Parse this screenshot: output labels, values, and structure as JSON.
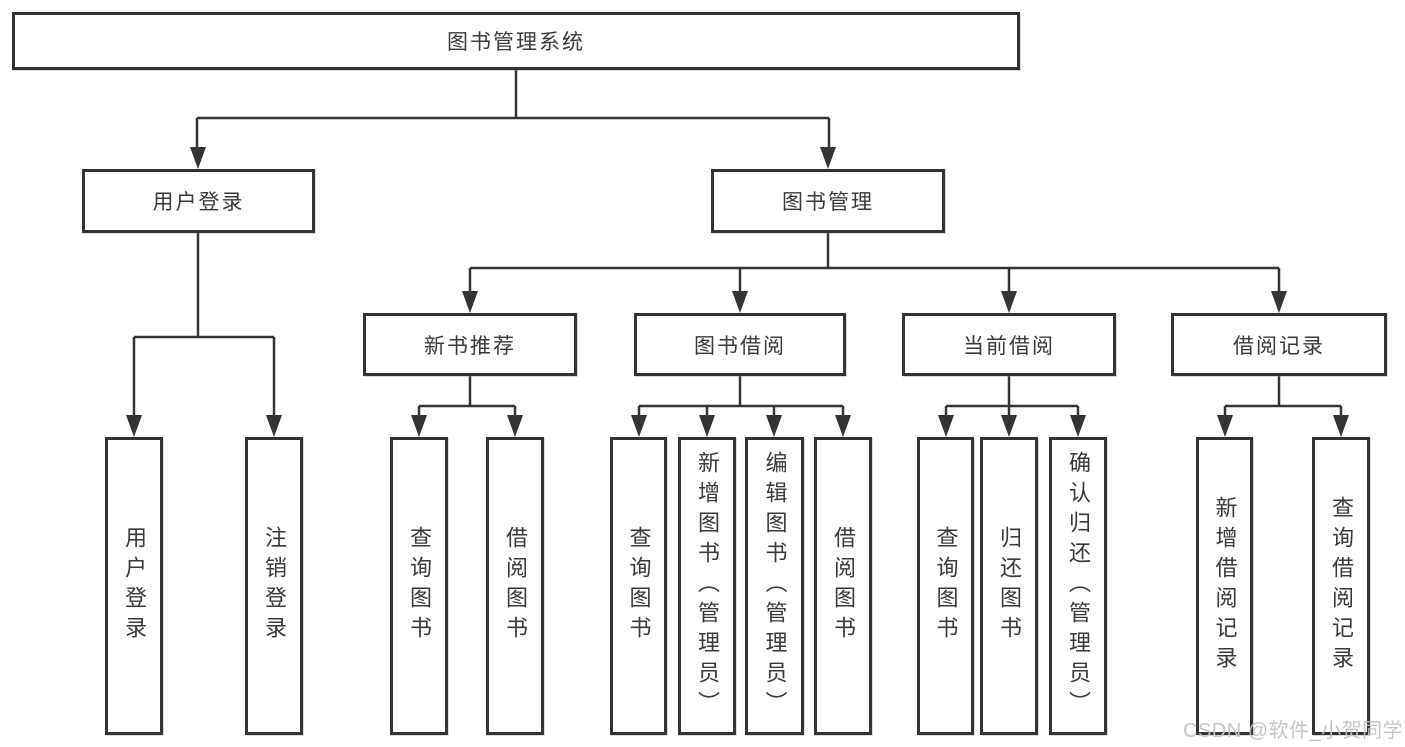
{
  "diagram_type": "hierarchy-flowchart",
  "colors": {
    "line": "#333333",
    "box_border": "#333333",
    "box_fill": "#ffffff",
    "text": "#3a3a3a",
    "watermark": "#c3c3c3",
    "background": "#ffffff"
  },
  "watermark": "CSDN @软件_小贺同学",
  "tree": {
    "root": {
      "label": "图书管理系统"
    },
    "branches": [
      {
        "label": "用户登录",
        "children": [
          {
            "label": "用户登录"
          },
          {
            "label": "注销登录"
          }
        ]
      },
      {
        "label": "图书管理",
        "children": [
          {
            "label": "新书推荐",
            "children": [
              {
                "label": "查询图书"
              },
              {
                "label": "借阅图书"
              }
            ]
          },
          {
            "label": "图书借阅",
            "children": [
              {
                "label": "查询图书"
              },
              {
                "label": "新增图书（管理员）"
              },
              {
                "label": "编辑图书（管理员）"
              },
              {
                "label": "借阅图书"
              }
            ]
          },
          {
            "label": "当前借阅",
            "children": [
              {
                "label": "查询图书"
              },
              {
                "label": "归还图书"
              },
              {
                "label": "确认归还（管理员）"
              }
            ]
          },
          {
            "label": "借阅记录",
            "children": [
              {
                "label": "新增借阅记录"
              },
              {
                "label": "查询借阅记录"
              }
            ]
          }
        ]
      }
    ]
  }
}
